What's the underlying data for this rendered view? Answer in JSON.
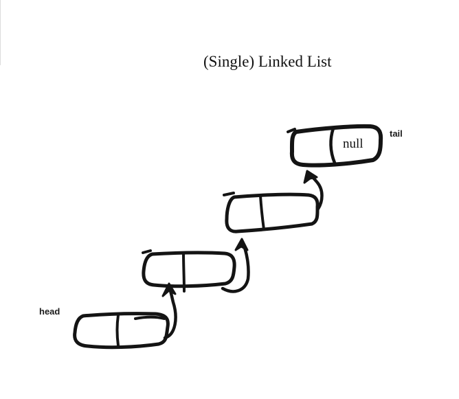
{
  "title": "(Single) Linked List",
  "labels": {
    "head": "head",
    "tail": "tail"
  },
  "colors": {
    "ink": "#141414",
    "background": "#ffffff",
    "label": "#1a1a1a"
  },
  "diagram": {
    "type": "singly-linked-list",
    "style": "hand-drawn sketch",
    "direction": "bottom-left (head) to top-right (tail)",
    "node_count": 4,
    "nodes": [
      {
        "id": 1,
        "role": "head",
        "cells": [
          "",
          ""
        ],
        "points_to": 2
      },
      {
        "id": 2,
        "role": "",
        "cells": [
          "",
          ""
        ],
        "points_to": 3
      },
      {
        "id": 3,
        "role": "",
        "cells": [
          "",
          ""
        ],
        "points_to": 4
      },
      {
        "id": 4,
        "role": "tail",
        "cells": [
          "",
          "null"
        ],
        "points_to": null
      }
    ],
    "arrow_count": 3
  }
}
